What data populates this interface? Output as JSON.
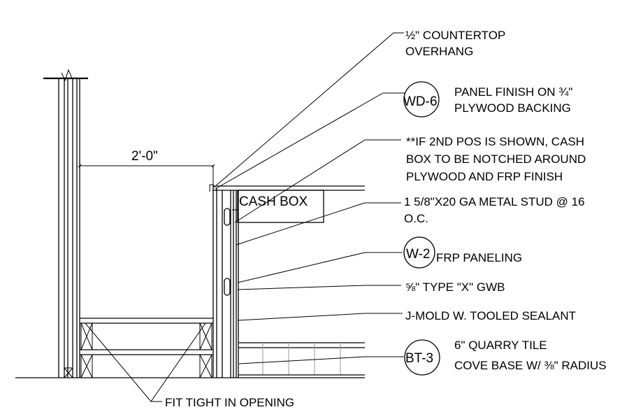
{
  "dimension": {
    "label": "2'-0\""
  },
  "cash_box_label": "CASH BOX",
  "callouts": {
    "countertop": {
      "line1": "½\" COUNTERTOP",
      "line2": "OVERHANG"
    },
    "panel": {
      "tag": "WD-6",
      "line1": "PANEL FINISH ON ¾\"",
      "line2": "PLYWOOD BACKING"
    },
    "cashbox_note": {
      "line1": "**IF 2ND POS IS SHOWN, CASH",
      "line2": "BOX TO BE NOTCHED AROUND",
      "line3": "PLYWOOD AND FRP FINISH"
    },
    "stud": {
      "line1": "1 5/8\"X20 GA METAL STUD @ 16",
      "line2": "O.C."
    },
    "frp": {
      "tag": "W-2",
      "text": "FRP PANELING"
    },
    "gwb": {
      "text": "⅝\" TYPE \"X\" GWB"
    },
    "jmold": {
      "text": "J-MOLD W. TOOLED SEALANT"
    },
    "tile": {
      "tag": "BT-3",
      "line1": "6\" QUARRY TILE",
      "line2": "COVE BASE W/ ⅜\" RADIUS"
    },
    "fit": {
      "text": "FIT TIGHT IN OPENING"
    }
  }
}
